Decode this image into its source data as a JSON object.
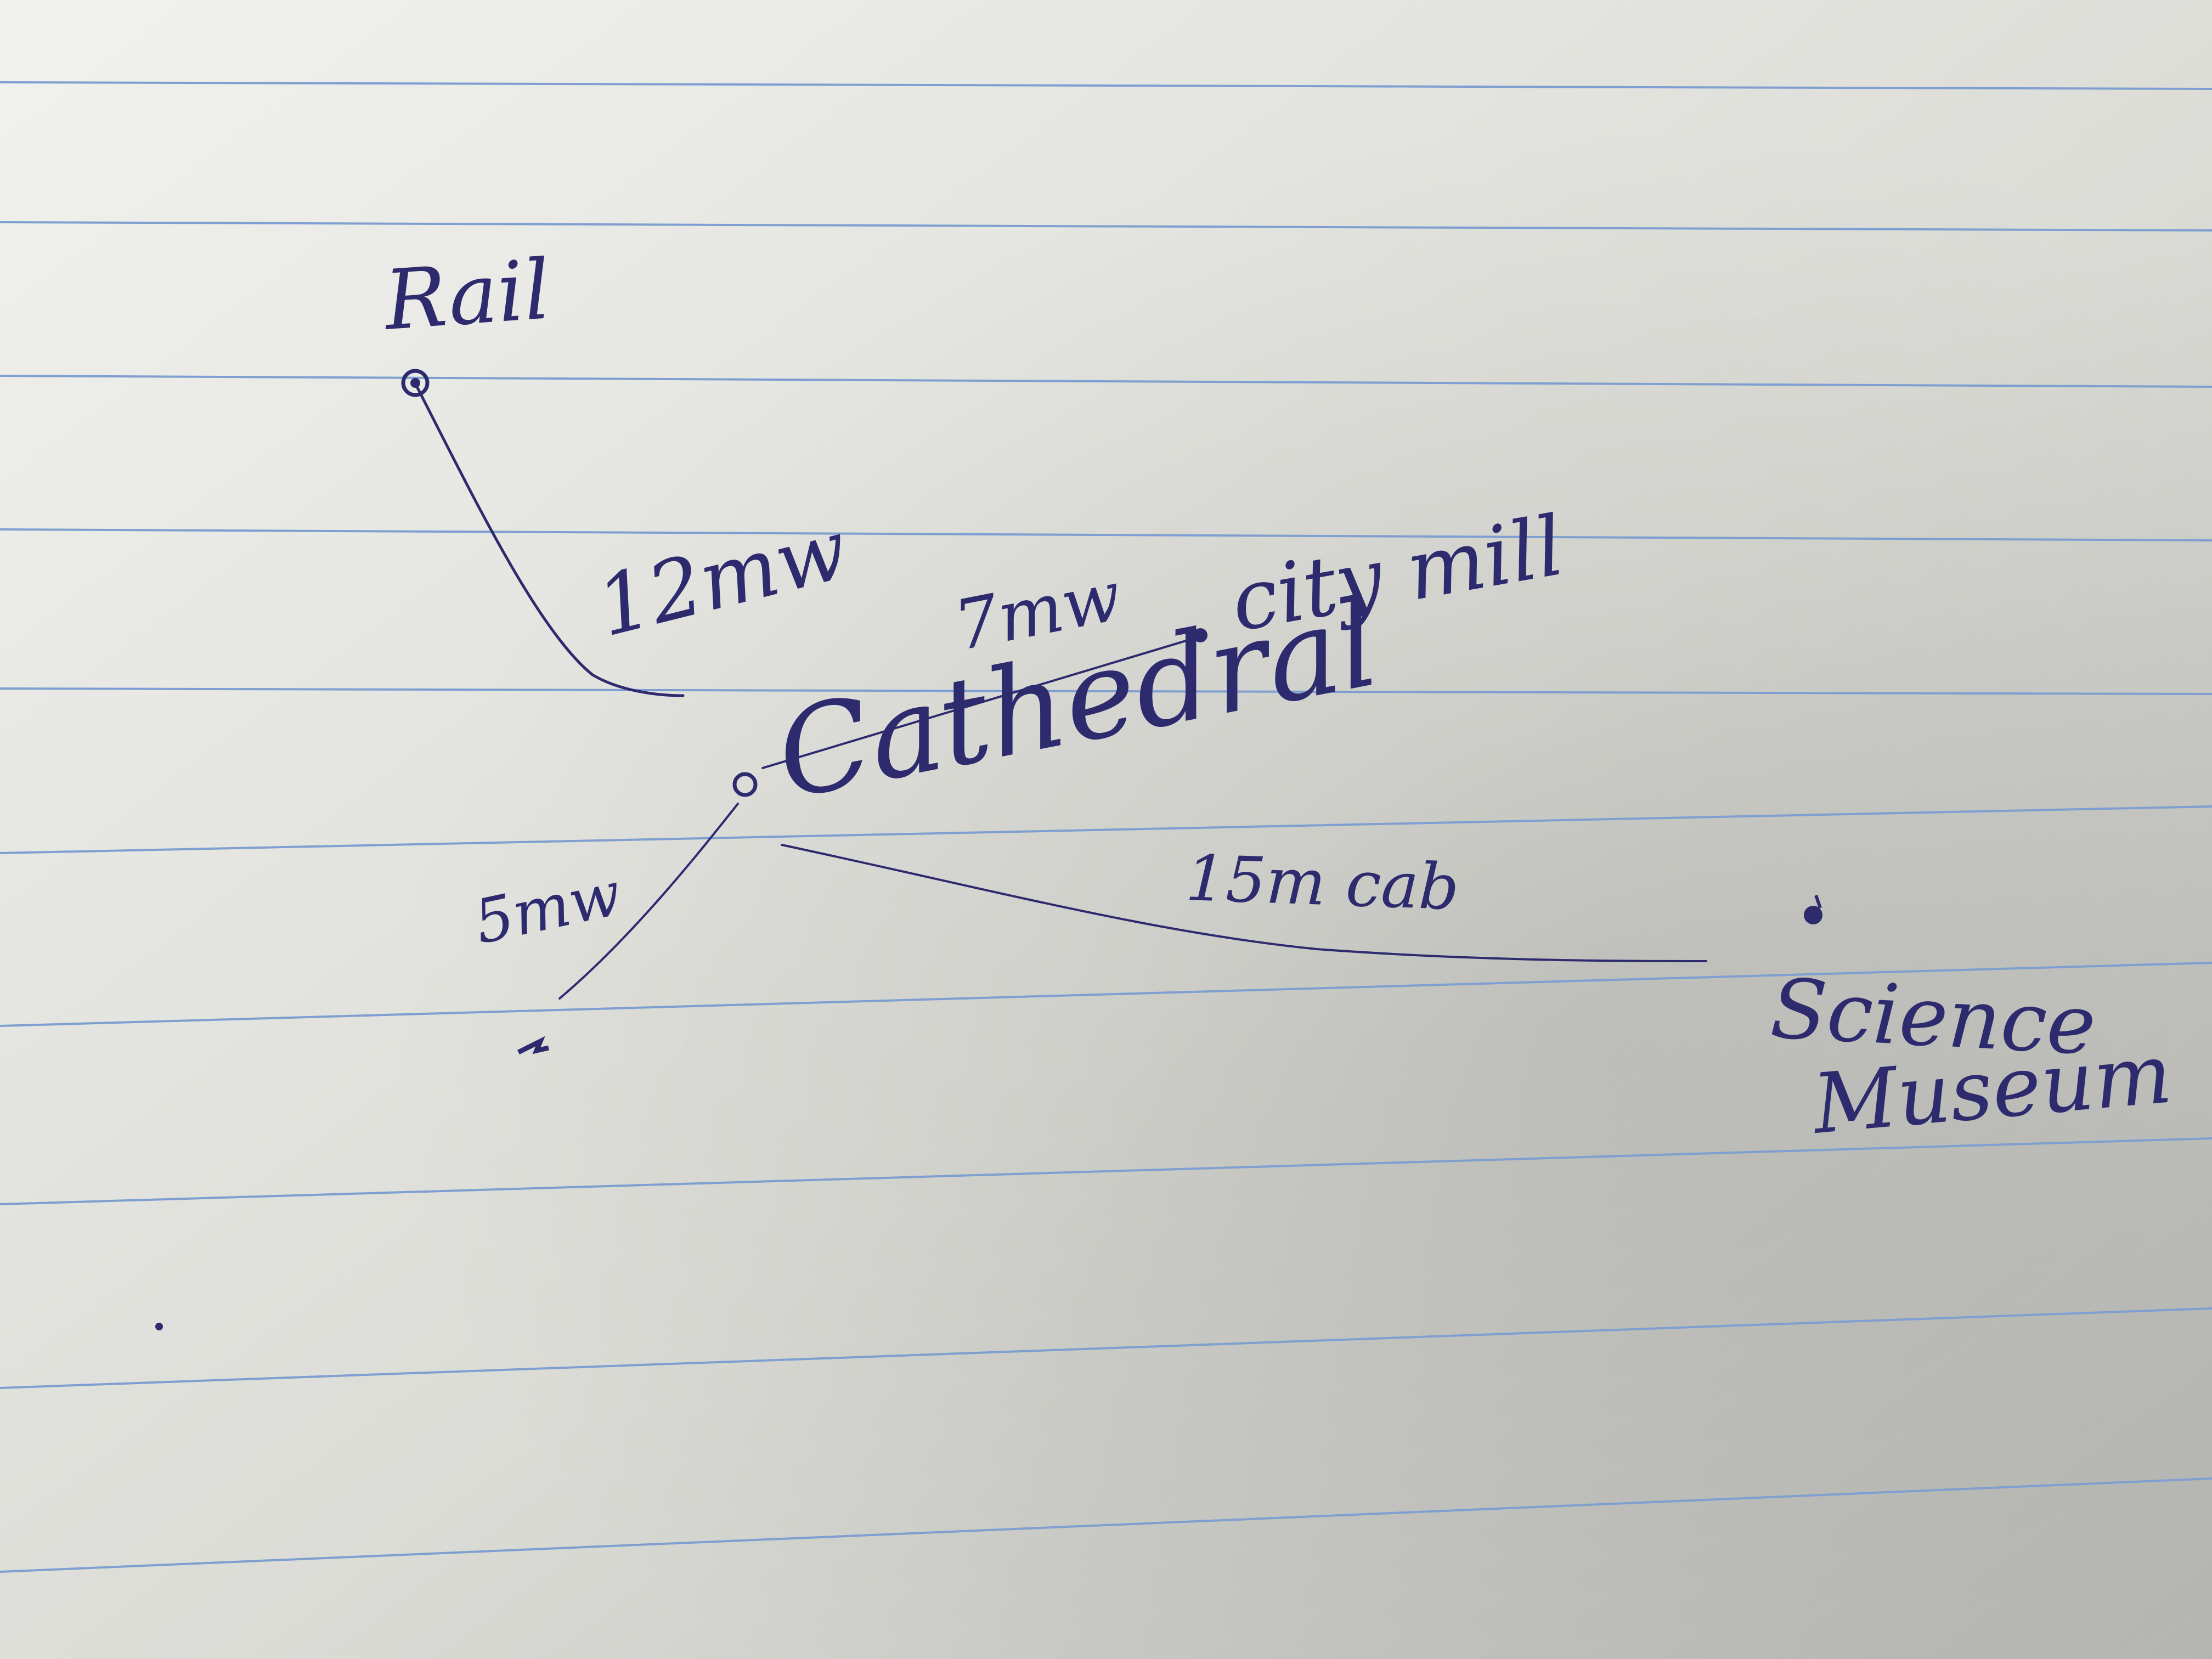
{
  "diagram": {
    "paper_colors": {
      "highlight": "#f1f1ee",
      "mid": "#dcdcd7",
      "shadow": "#b7b8b4",
      "rule_line": "#7f9fd0",
      "ink": "#2d2a6e"
    },
    "nodes": [
      {
        "id": "rail",
        "label": "Rail"
      },
      {
        "id": "cathedral",
        "label": "Cathedral"
      },
      {
        "id": "city-mill",
        "label": "city mill"
      },
      {
        "id": "science-museum",
        "label": "Science Museum"
      },
      {
        "id": "unlabeled-point",
        "label": ""
      }
    ],
    "edges": [
      {
        "from": "rail",
        "to": "cathedral",
        "label": "12mw"
      },
      {
        "from": "cathedral",
        "to": "city-mill",
        "label": "7mw"
      },
      {
        "from": "cathedral",
        "to": "unlabeled-point",
        "label": "5mw"
      },
      {
        "from": "cathedral",
        "to": "science-museum",
        "label": "15m cab"
      }
    ]
  }
}
